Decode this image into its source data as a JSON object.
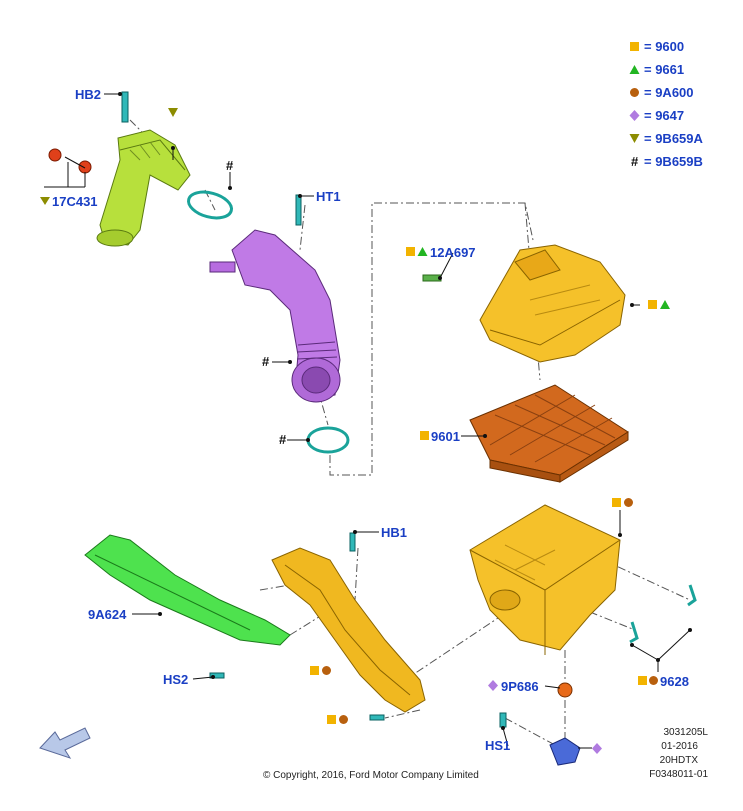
{
  "legend": [
    {
      "symbol": "square-icon",
      "color": "#f2b300",
      "text": "= 9600"
    },
    {
      "symbol": "triangle-up-icon",
      "color": "#22b522",
      "text": "= 9661"
    },
    {
      "symbol": "circle-icon",
      "color": "#b8600e",
      "text": "= 9A600"
    },
    {
      "symbol": "diamond-icon",
      "color": "#b07be0",
      "text": "= 9647"
    },
    {
      "symbol": "triangle-down-icon",
      "color": "#8c8c00",
      "text": "= 9B659A"
    },
    {
      "symbol": "hash-icon",
      "color": "#111111",
      "text": "= 9B659B"
    }
  ],
  "callouts": {
    "hb2": "HB2",
    "c17c431": "17C431",
    "ht1": "HT1",
    "c12a697": "12A697",
    "c9601": "9601",
    "hb1": "HB1",
    "c9a624": "9A624",
    "hs2": "HS2",
    "c9p686": "9P686",
    "c9628": "9628",
    "hs1": "HS1",
    "hash": "#"
  },
  "footer": {
    "copyright": "© Copyright, 2016, Ford Motor Company Limited",
    "code1": "3031205L",
    "code2": "01-2016",
    "code3": "20HDTX",
    "code4": "F0348011-01"
  }
}
